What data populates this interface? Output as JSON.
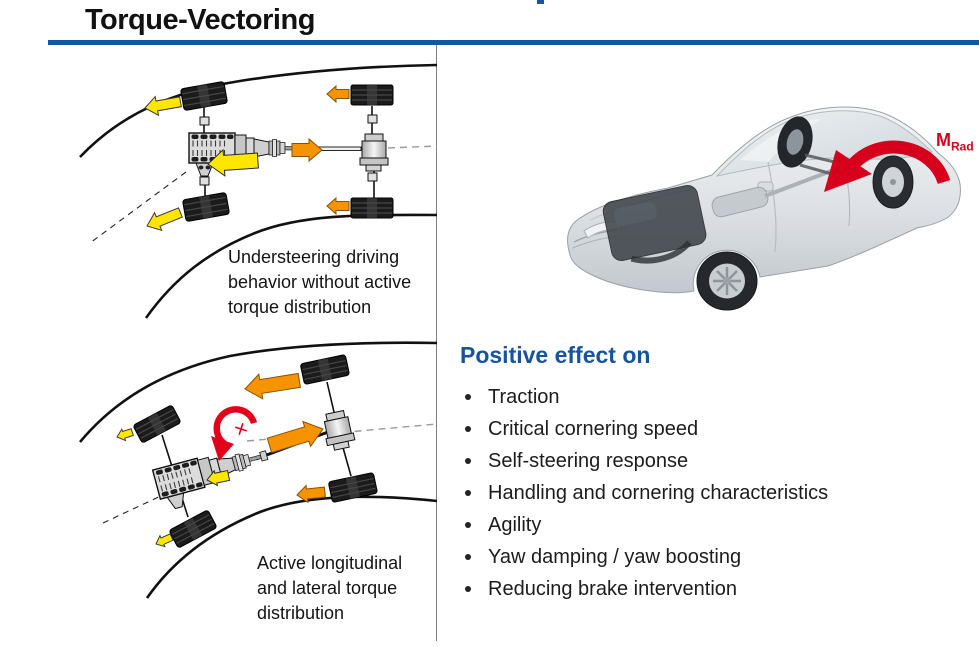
{
  "page": {
    "title": "Torque-Vectoring",
    "colors": {
      "accent_blue": "#16559f",
      "heading_blue": "#17539f",
      "red": "#d6001c",
      "orange": "#f59300",
      "yellow": "#ffe600",
      "divider_gray": "#7d7d7d",
      "text": "#1a1a1a"
    }
  },
  "left_panel": {
    "top_diagram": {
      "name": "understeer-drivetrain-schematic",
      "caption_lines": [
        "Understeering driving",
        "behavior without active",
        "torque distribution"
      ]
    },
    "bottom_diagram": {
      "name": "active-torque-distribution-schematic",
      "caption_lines": [
        "Active longitudinal",
        "and lateral torque",
        "distribution"
      ]
    }
  },
  "right_panel": {
    "car_illustration": "transparent-sedan-with-yaw-moment-arrow",
    "wheel_torque_label": {
      "main": "M",
      "sub": "Rad"
    },
    "heading": "Positive effect on",
    "bullets": [
      "Traction",
      "Critical cornering speed",
      "Self-steering response",
      "Handling and cornering characteristics",
      "Agility",
      "Yaw damping / yaw boosting",
      "Reducing brake intervention"
    ]
  }
}
